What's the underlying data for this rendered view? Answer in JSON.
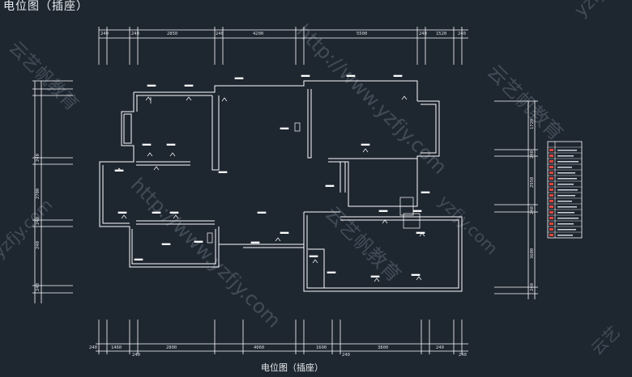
{
  "title_top": "电位图（插座）",
  "title_bottom": "电位图（插座）",
  "watermarks": [
    "http://www.yzfjy.com",
    "云艺帆教育",
    "yzfjy",
    "http://www.yzfjy.com",
    "云艺帆教育",
    "yzfjy.com",
    "云艺帆教育",
    "yzfjy.com",
    "云艺"
  ],
  "dims_top": [
    "240",
    "240",
    "2850",
    "240",
    "4200",
    "5500",
    "240",
    "1520",
    "240"
  ],
  "dims_bottom": [
    "240",
    "1460",
    "240",
    "2800",
    "4060",
    "1600",
    "240",
    "3800",
    "240",
    "240"
  ],
  "dims_left": [
    "240",
    "2700",
    "240",
    "240",
    "240"
  ],
  "dims_right": [
    "1720",
    "2950",
    "240",
    "240",
    "3600",
    "240"
  ],
  "colors": {
    "background": "#1e2630",
    "line": "#ffffff",
    "legend_red": "#e0463c"
  }
}
